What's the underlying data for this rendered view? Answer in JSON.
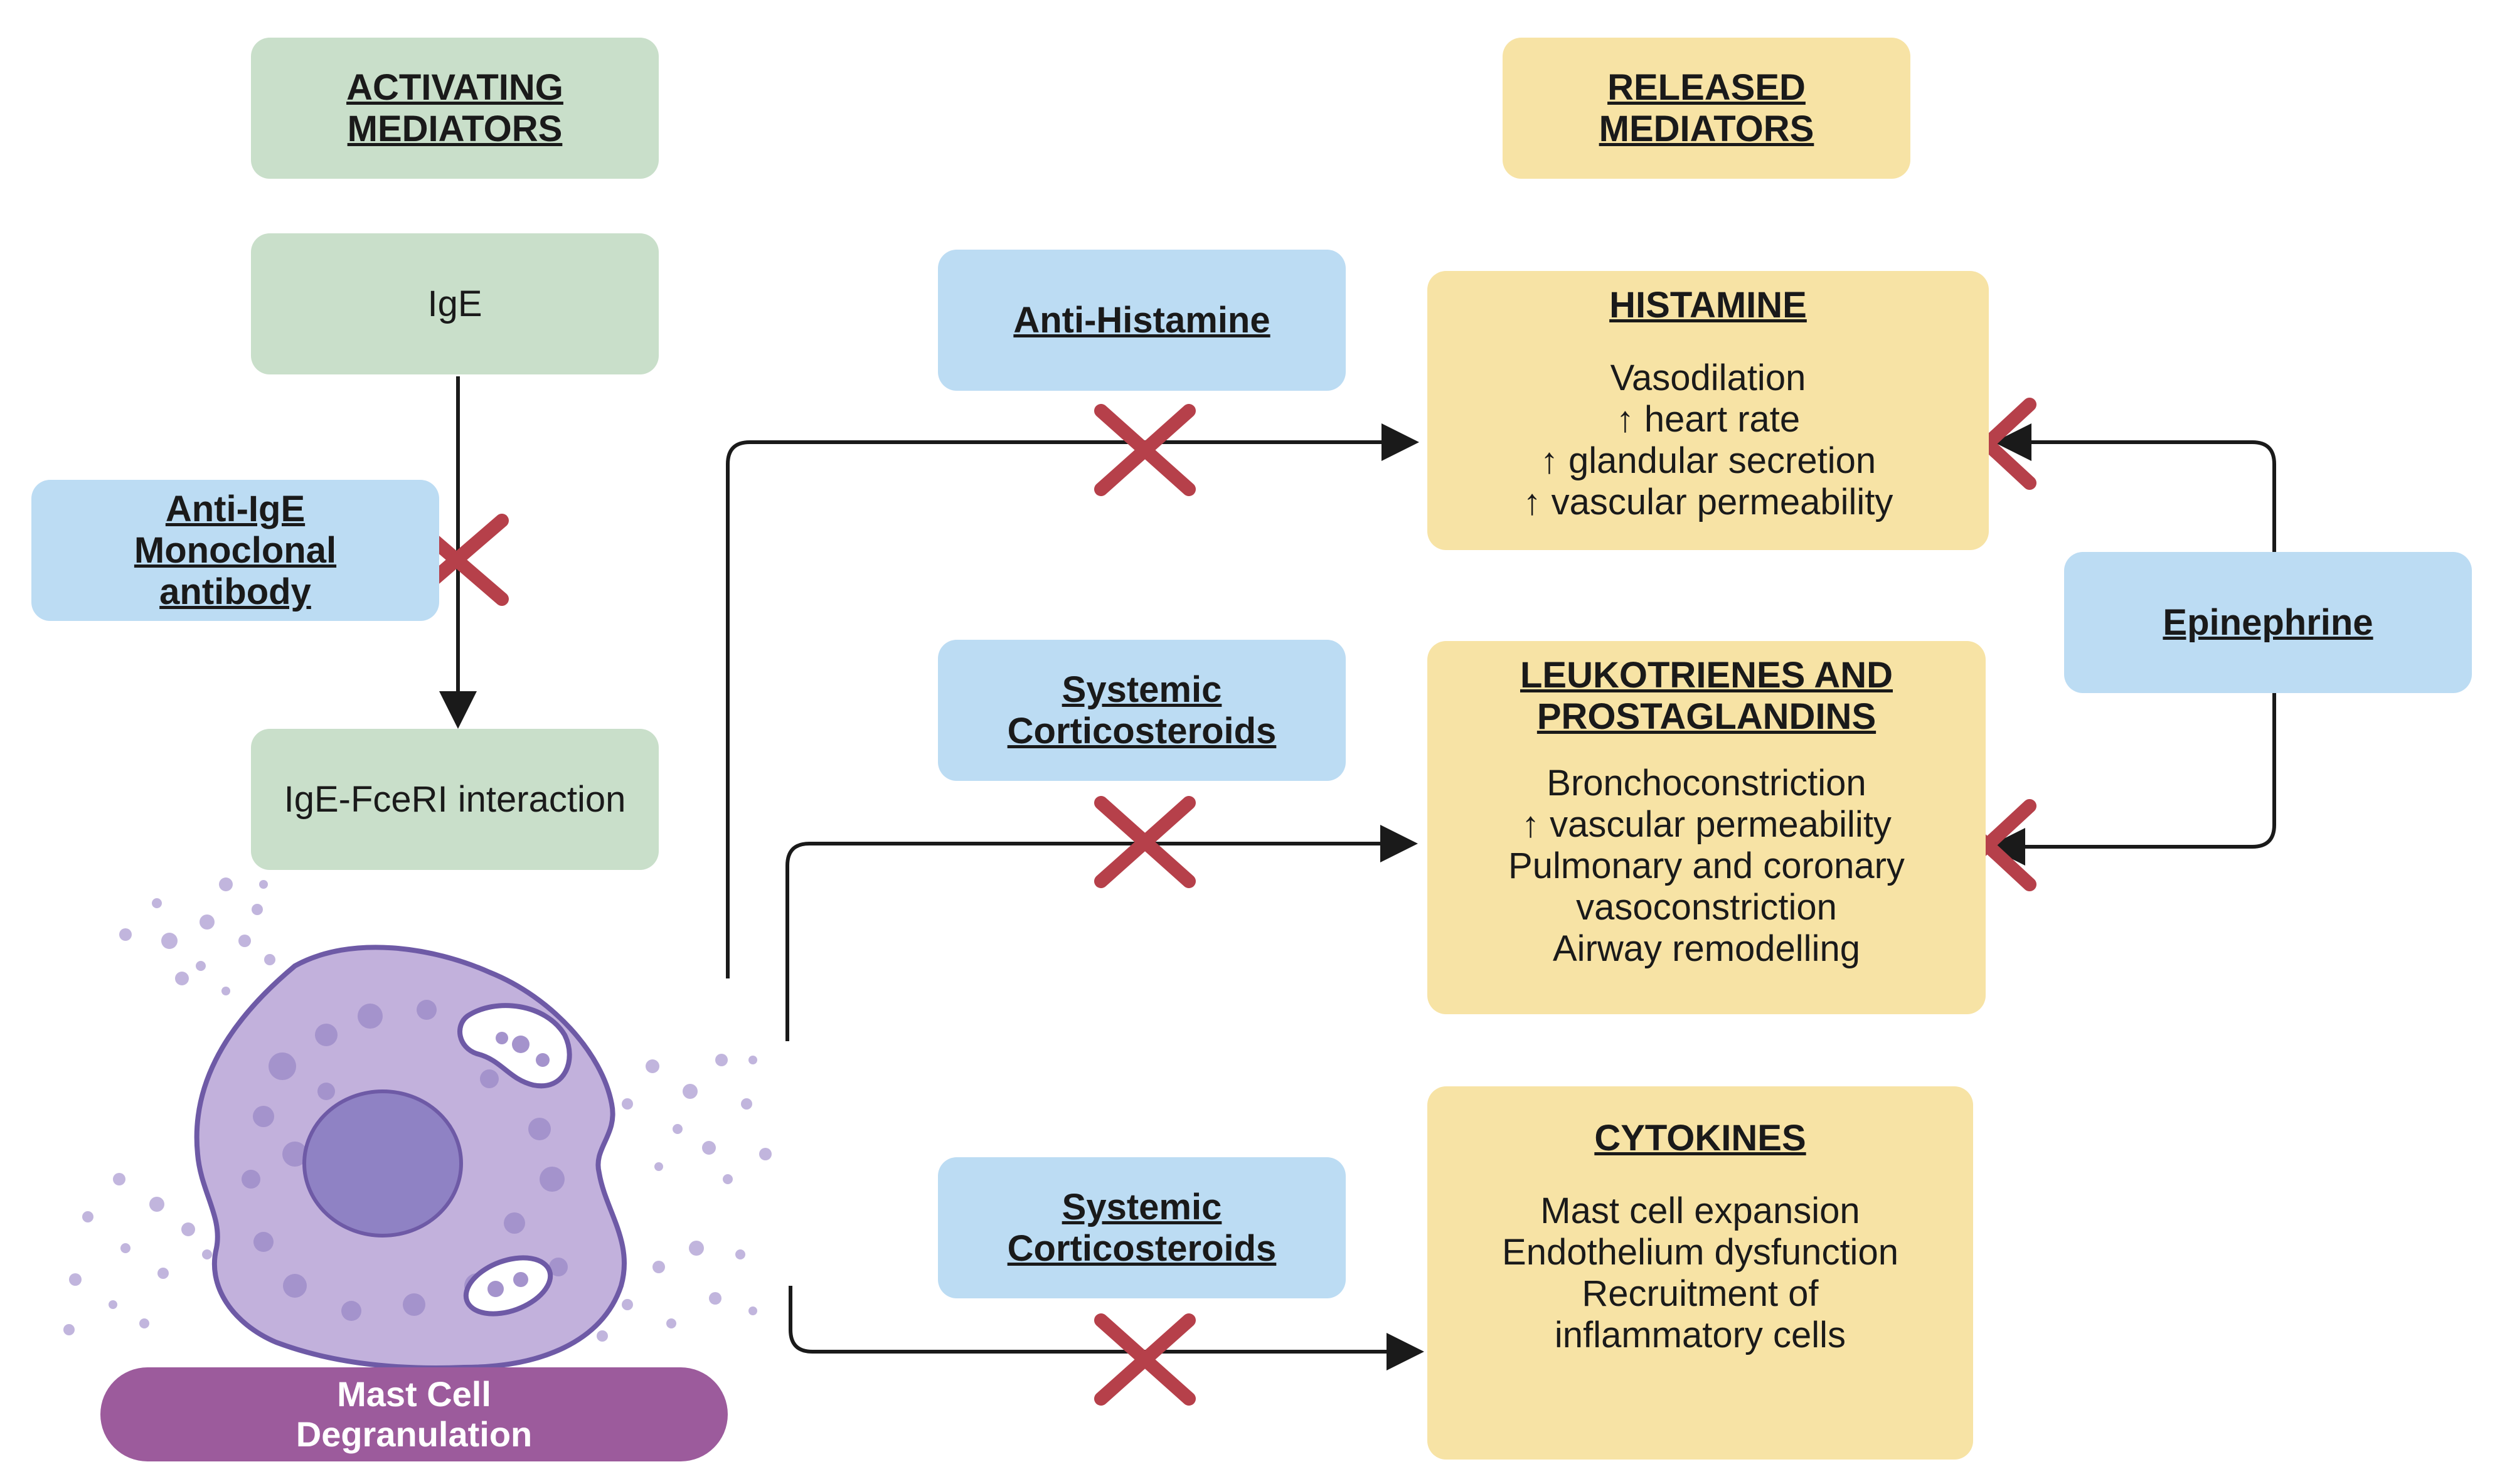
{
  "columns": {
    "activating": [
      "ACTIVATING",
      "MEDIATORS"
    ],
    "released": [
      "RELEASED",
      "MEDIATORS"
    ]
  },
  "activating_chain": {
    "ige": "IgE",
    "ige_fceri": "IgE-FceRI interaction"
  },
  "anti_ige": [
    "Anti-IgE",
    "Monoclonal",
    "antibody"
  ],
  "mast_cell": [
    "Mast Cell",
    "Degranulation"
  ],
  "inhibitors": {
    "anti_histamine": "Anti-Histamine",
    "corticosteroids_1": [
      "Systemic",
      "Corticosteroids"
    ],
    "corticosteroids_2": [
      "Systemic",
      "Corticosteroids"
    ],
    "epinephrine": "Epinephrine"
  },
  "histamine": {
    "title": "HISTAMINE",
    "effects": [
      "Vasodilation",
      "↑ heart rate",
      "↑ glandular secretion",
      "↑ vascular permeability"
    ]
  },
  "leukotrienes": {
    "title": [
      "LEUKOTRIENES AND",
      "PROSTAGLANDINS"
    ],
    "effects": [
      "Bronchoconstriction",
      "↑ vascular permeability",
      "Pulmonary and coronary",
      "vasoconstriction",
      "Airway remodelling"
    ]
  },
  "cytokines": {
    "title": "CYTOKINES",
    "effects": [
      "Mast cell expansion",
      "Endothelium dysfunction",
      "Recruitment of",
      "inflammatory cells"
    ]
  },
  "colors": {
    "green": "#c9dfca",
    "blue": "#bcdcf3",
    "yellow": "#f7e3a5",
    "purple": "#9c5b9c",
    "cell": "#c2b1dc",
    "nucleus": "#8f82c4",
    "block_x": "#b6404a"
  }
}
